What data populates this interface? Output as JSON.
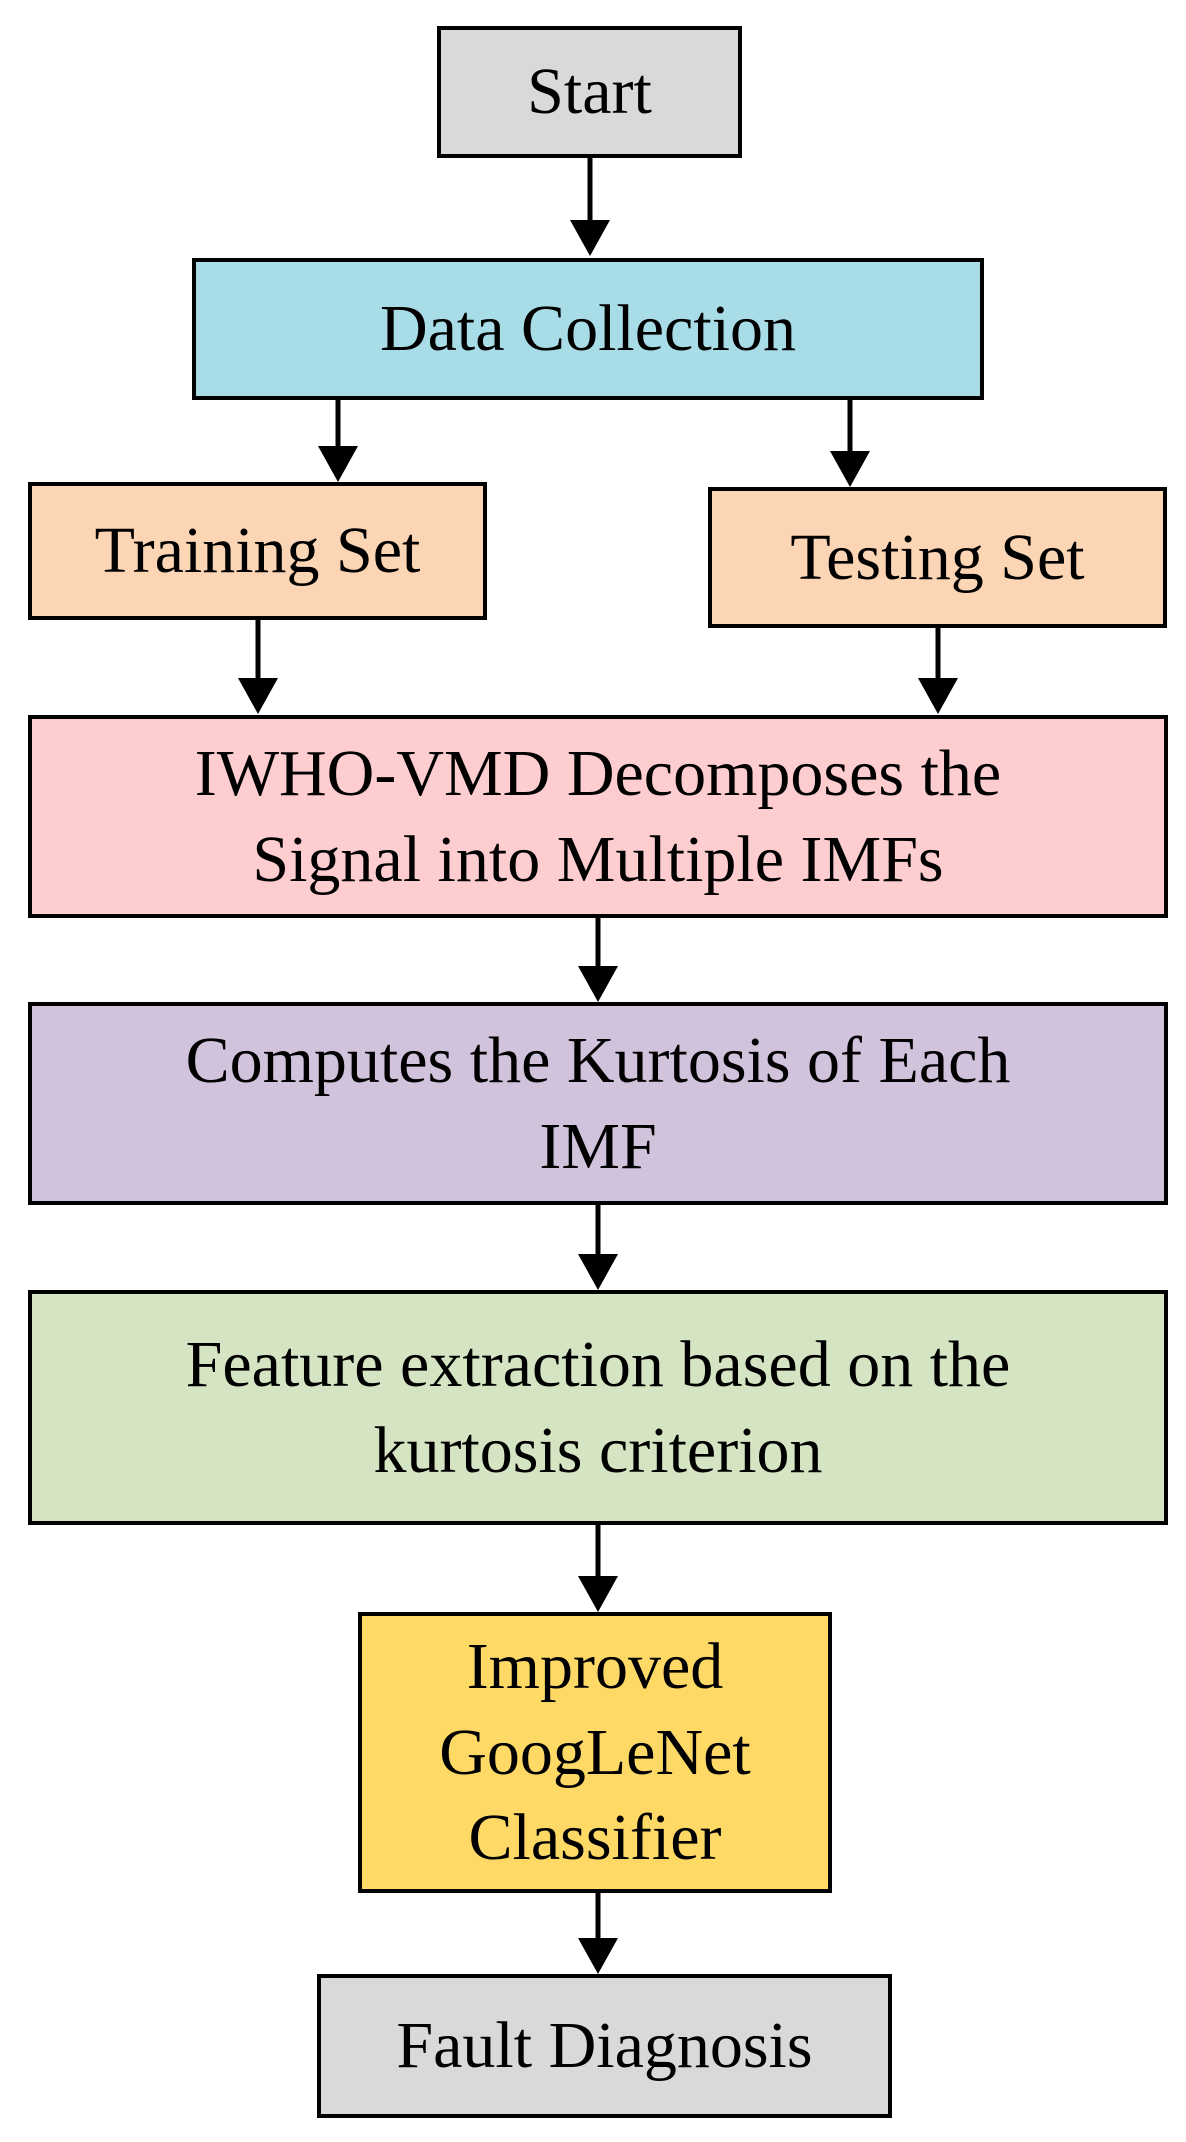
{
  "flowchart": {
    "start": {
      "label": "Start",
      "fill": "#d9d9d9"
    },
    "data_collection": {
      "label": "Data Collection",
      "fill": "#a8dde8"
    },
    "training_set": {
      "label": "Training Set",
      "fill": "#fcd5b5"
    },
    "testing_set": {
      "label": "Testing Set",
      "fill": "#fcd5b5"
    },
    "decompose": {
      "lines": [
        "IWHO-VMD Decomposes the",
        "Signal into Multiple IMFs"
      ],
      "fill": "#fdcdd0"
    },
    "kurtosis": {
      "lines": [
        "Computes the Kurtosis of Each",
        "IMF"
      ],
      "fill": "#d2c3dd"
    },
    "feature_extraction": {
      "lines": [
        "Feature extraction based on the",
        "kurtosis criterion"
      ],
      "fill": "#d5e4c2"
    },
    "classifier": {
      "lines": [
        "Improved",
        "GoogLeNet",
        "Classifier"
      ],
      "fill": "#ffd966"
    },
    "fault_diagnosis": {
      "label": "Fault Diagnosis",
      "fill": "#d9d9d9"
    }
  }
}
